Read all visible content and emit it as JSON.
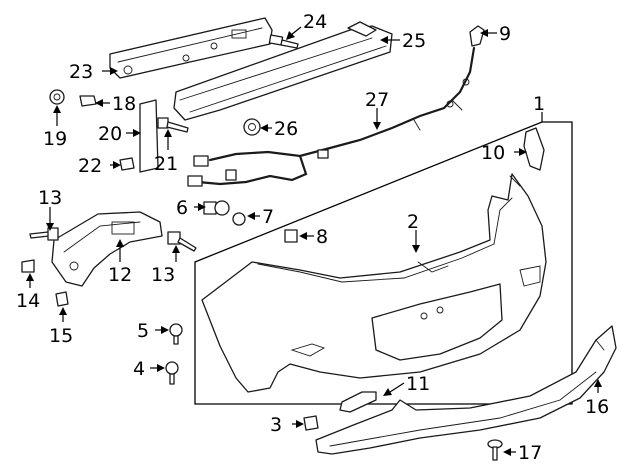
{
  "labels": [
    "1",
    "2",
    "3",
    "4",
    "5",
    "6",
    "7",
    "8",
    "9",
    "10",
    "11",
    "12",
    "13",
    "13",
    "14",
    "15",
    "16",
    "17",
    "18",
    "19",
    "20",
    "21",
    "22",
    "23",
    "24",
    "25",
    "26",
    "27"
  ]
}
